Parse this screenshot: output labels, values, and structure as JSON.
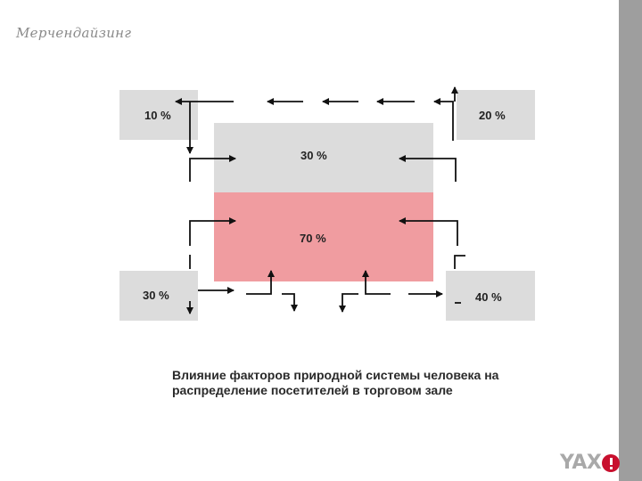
{
  "header": {
    "title": "Мерчендайзинг"
  },
  "zones": {
    "top_left": "10 %",
    "top_right": "20 %",
    "center_top": "30 %",
    "center_bottom": "70 %",
    "bottom_left": "30 %",
    "bottom_right": "40 %"
  },
  "colors": {
    "zone_grey": "#dcdcdc",
    "zone_red": "#f09ca0",
    "arrow": "#111111",
    "logo_red": "#c8102e"
  },
  "caption": {
    "line1": "Влияние факторов природной системы человека на",
    "line2": "распределение посетителей в торговом зале"
  },
  "logo": {
    "text": "YAX",
    "mark_icon": "exclamation-circle-icon"
  }
}
